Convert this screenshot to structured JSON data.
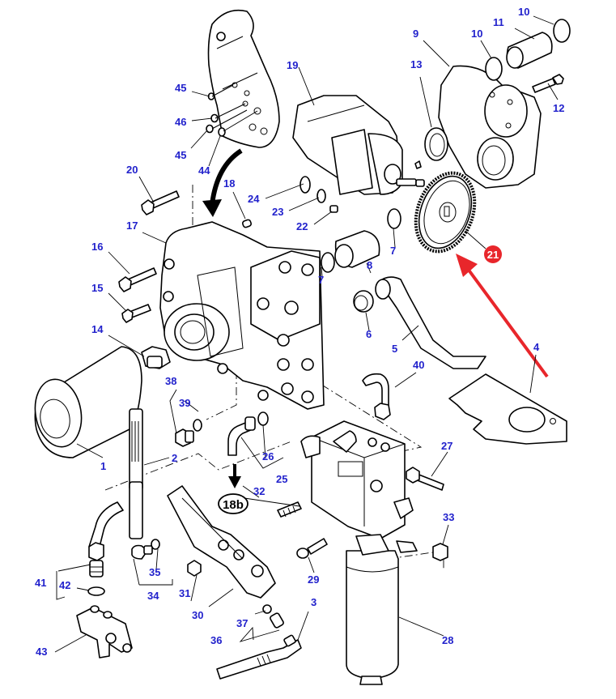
{
  "diagram": {
    "type": "exploded-parts-view",
    "label_color": "#2222cc",
    "highlight_color": "#e8262b",
    "highlighted_part": "21",
    "reference_callout": "18b",
    "parts": [
      {
        "id": "p1",
        "number": "1",
        "name": "oil filter canister"
      },
      {
        "id": "p2",
        "number": "2",
        "name": "pipe"
      },
      {
        "id": "p3",
        "number": "3",
        "name": "pipe"
      },
      {
        "id": "p4",
        "number": "4",
        "name": "gasket plate"
      },
      {
        "id": "p5",
        "number": "5",
        "name": "suction pipe"
      },
      {
        "id": "p6",
        "number": "6",
        "name": "sleeve"
      },
      {
        "id": "p7a",
        "number": "7",
        "name": "o-ring"
      },
      {
        "id": "p7b",
        "number": "7",
        "name": "o-ring"
      },
      {
        "id": "p8",
        "number": "8",
        "name": "sleeve"
      },
      {
        "id": "p9",
        "number": "9",
        "name": "housing"
      },
      {
        "id": "p10a",
        "number": "10",
        "name": "o-ring"
      },
      {
        "id": "p10b",
        "number": "10",
        "name": "o-ring"
      },
      {
        "id": "p11",
        "number": "11",
        "name": "sleeve"
      },
      {
        "id": "p12",
        "number": "12",
        "name": "bolt"
      },
      {
        "id": "p13",
        "number": "13",
        "name": "seal ring"
      },
      {
        "id": "p14",
        "number": "14",
        "name": "adapter"
      },
      {
        "id": "p15",
        "number": "15",
        "name": "bolt"
      },
      {
        "id": "p16",
        "number": "16",
        "name": "bolt"
      },
      {
        "id": "p17",
        "number": "17",
        "name": "housing"
      },
      {
        "id": "p18",
        "number": "18",
        "name": "dowel"
      },
      {
        "id": "p19",
        "number": "19",
        "name": "hydraulic pump"
      },
      {
        "id": "p20",
        "number": "20",
        "name": "bolt"
      },
      {
        "id": "p21",
        "number": "21",
        "name": "gear"
      },
      {
        "id": "p22",
        "number": "22",
        "name": "dowel"
      },
      {
        "id": "p23",
        "number": "23",
        "name": "o-ring"
      },
      {
        "id": "p24",
        "number": "24",
        "name": "o-ring"
      },
      {
        "id": "p25",
        "number": "25",
        "name": "elbow kit"
      },
      {
        "id": "p26",
        "number": "26",
        "name": "seal"
      },
      {
        "id": "p27",
        "number": "27",
        "name": "stud"
      },
      {
        "id": "p28",
        "number": "28",
        "name": "filter"
      },
      {
        "id": "p29",
        "number": "29",
        "name": "bolt"
      },
      {
        "id": "p30",
        "number": "30",
        "name": "valve block"
      },
      {
        "id": "p31",
        "number": "31",
        "name": "nut"
      },
      {
        "id": "p32",
        "number": "32",
        "name": "stud"
      },
      {
        "id": "p33",
        "number": "33",
        "name": "cap"
      },
      {
        "id": "p34",
        "number": "34",
        "name": "elbow kit"
      },
      {
        "id": "p35",
        "number": "35",
        "name": "seal"
      },
      {
        "id": "p36",
        "number": "36",
        "name": "union kit"
      },
      {
        "id": "p37",
        "number": "37",
        "name": "seal"
      },
      {
        "id": "p38",
        "number": "38",
        "name": "plug kit"
      },
      {
        "id": "p39",
        "number": "39",
        "name": "seal"
      },
      {
        "id": "p40",
        "number": "40",
        "name": "pipe"
      },
      {
        "id": "p41",
        "number": "41",
        "name": "union kit"
      },
      {
        "id": "p42",
        "number": "42",
        "name": "seal"
      },
      {
        "id": "p43",
        "number": "43",
        "name": "tee block"
      },
      {
        "id": "p44",
        "number": "44",
        "name": "o-ring"
      },
      {
        "id": "p45a",
        "number": "45",
        "name": "o-ring"
      },
      {
        "id": "p45b",
        "number": "45",
        "name": "o-ring"
      },
      {
        "id": "p46",
        "number": "46",
        "name": "o-ring"
      }
    ]
  }
}
